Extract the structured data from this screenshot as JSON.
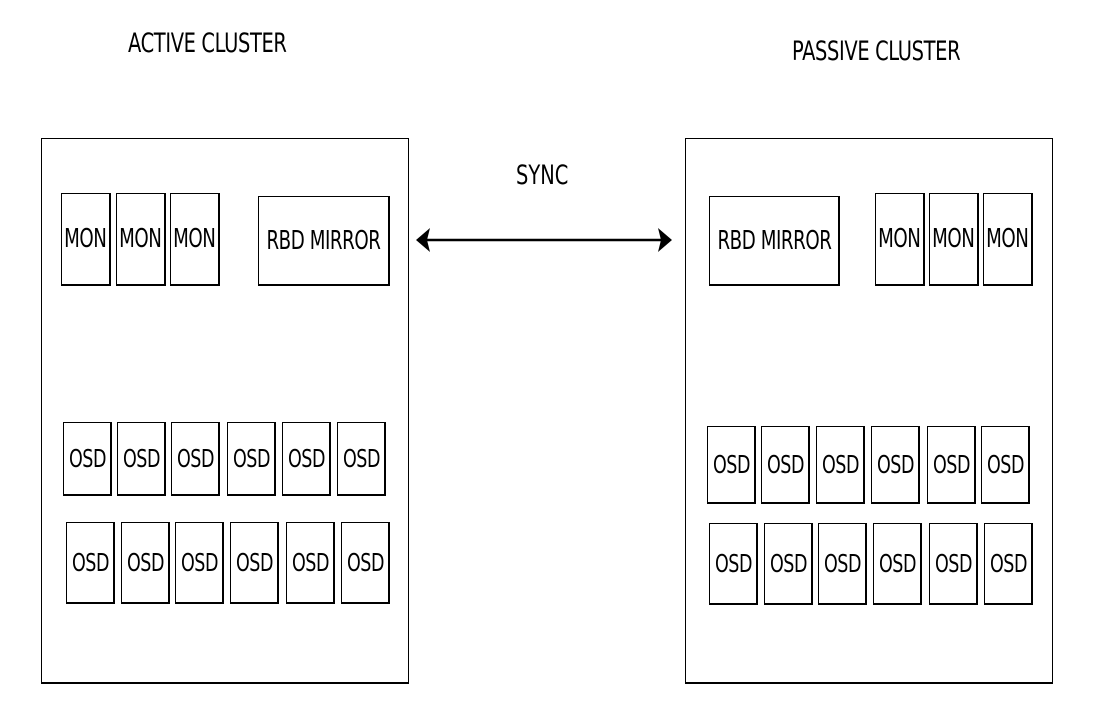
{
  "active": {
    "title": "ACTIVE CLUSTER",
    "mon_labels": [
      "MON",
      "MON",
      "MON"
    ],
    "rbd_label": "RBD MIRROR",
    "osd_row1": [
      "OSD",
      "OSD",
      "OSD",
      "OSD",
      "OSD",
      "OSD"
    ],
    "osd_row2": [
      "OSD",
      "OSD",
      "OSD",
      "OSD",
      "OSD",
      "OSD"
    ]
  },
  "passive": {
    "title": "PASSIVE CLUSTER",
    "rbd_label": "RBD MIRROR",
    "mon_labels": [
      "MON",
      "MON",
      "MON"
    ],
    "osd_row1": [
      "OSD",
      "OSD",
      "OSD",
      "OSD",
      "OSD",
      "OSD"
    ],
    "osd_row2": [
      "OSD",
      "OSD",
      "OSD",
      "OSD",
      "OSD",
      "OSD"
    ]
  },
  "link": {
    "label": "SYNC"
  },
  "colors": {
    "stroke": "#000000",
    "background": "#ffffff"
  }
}
